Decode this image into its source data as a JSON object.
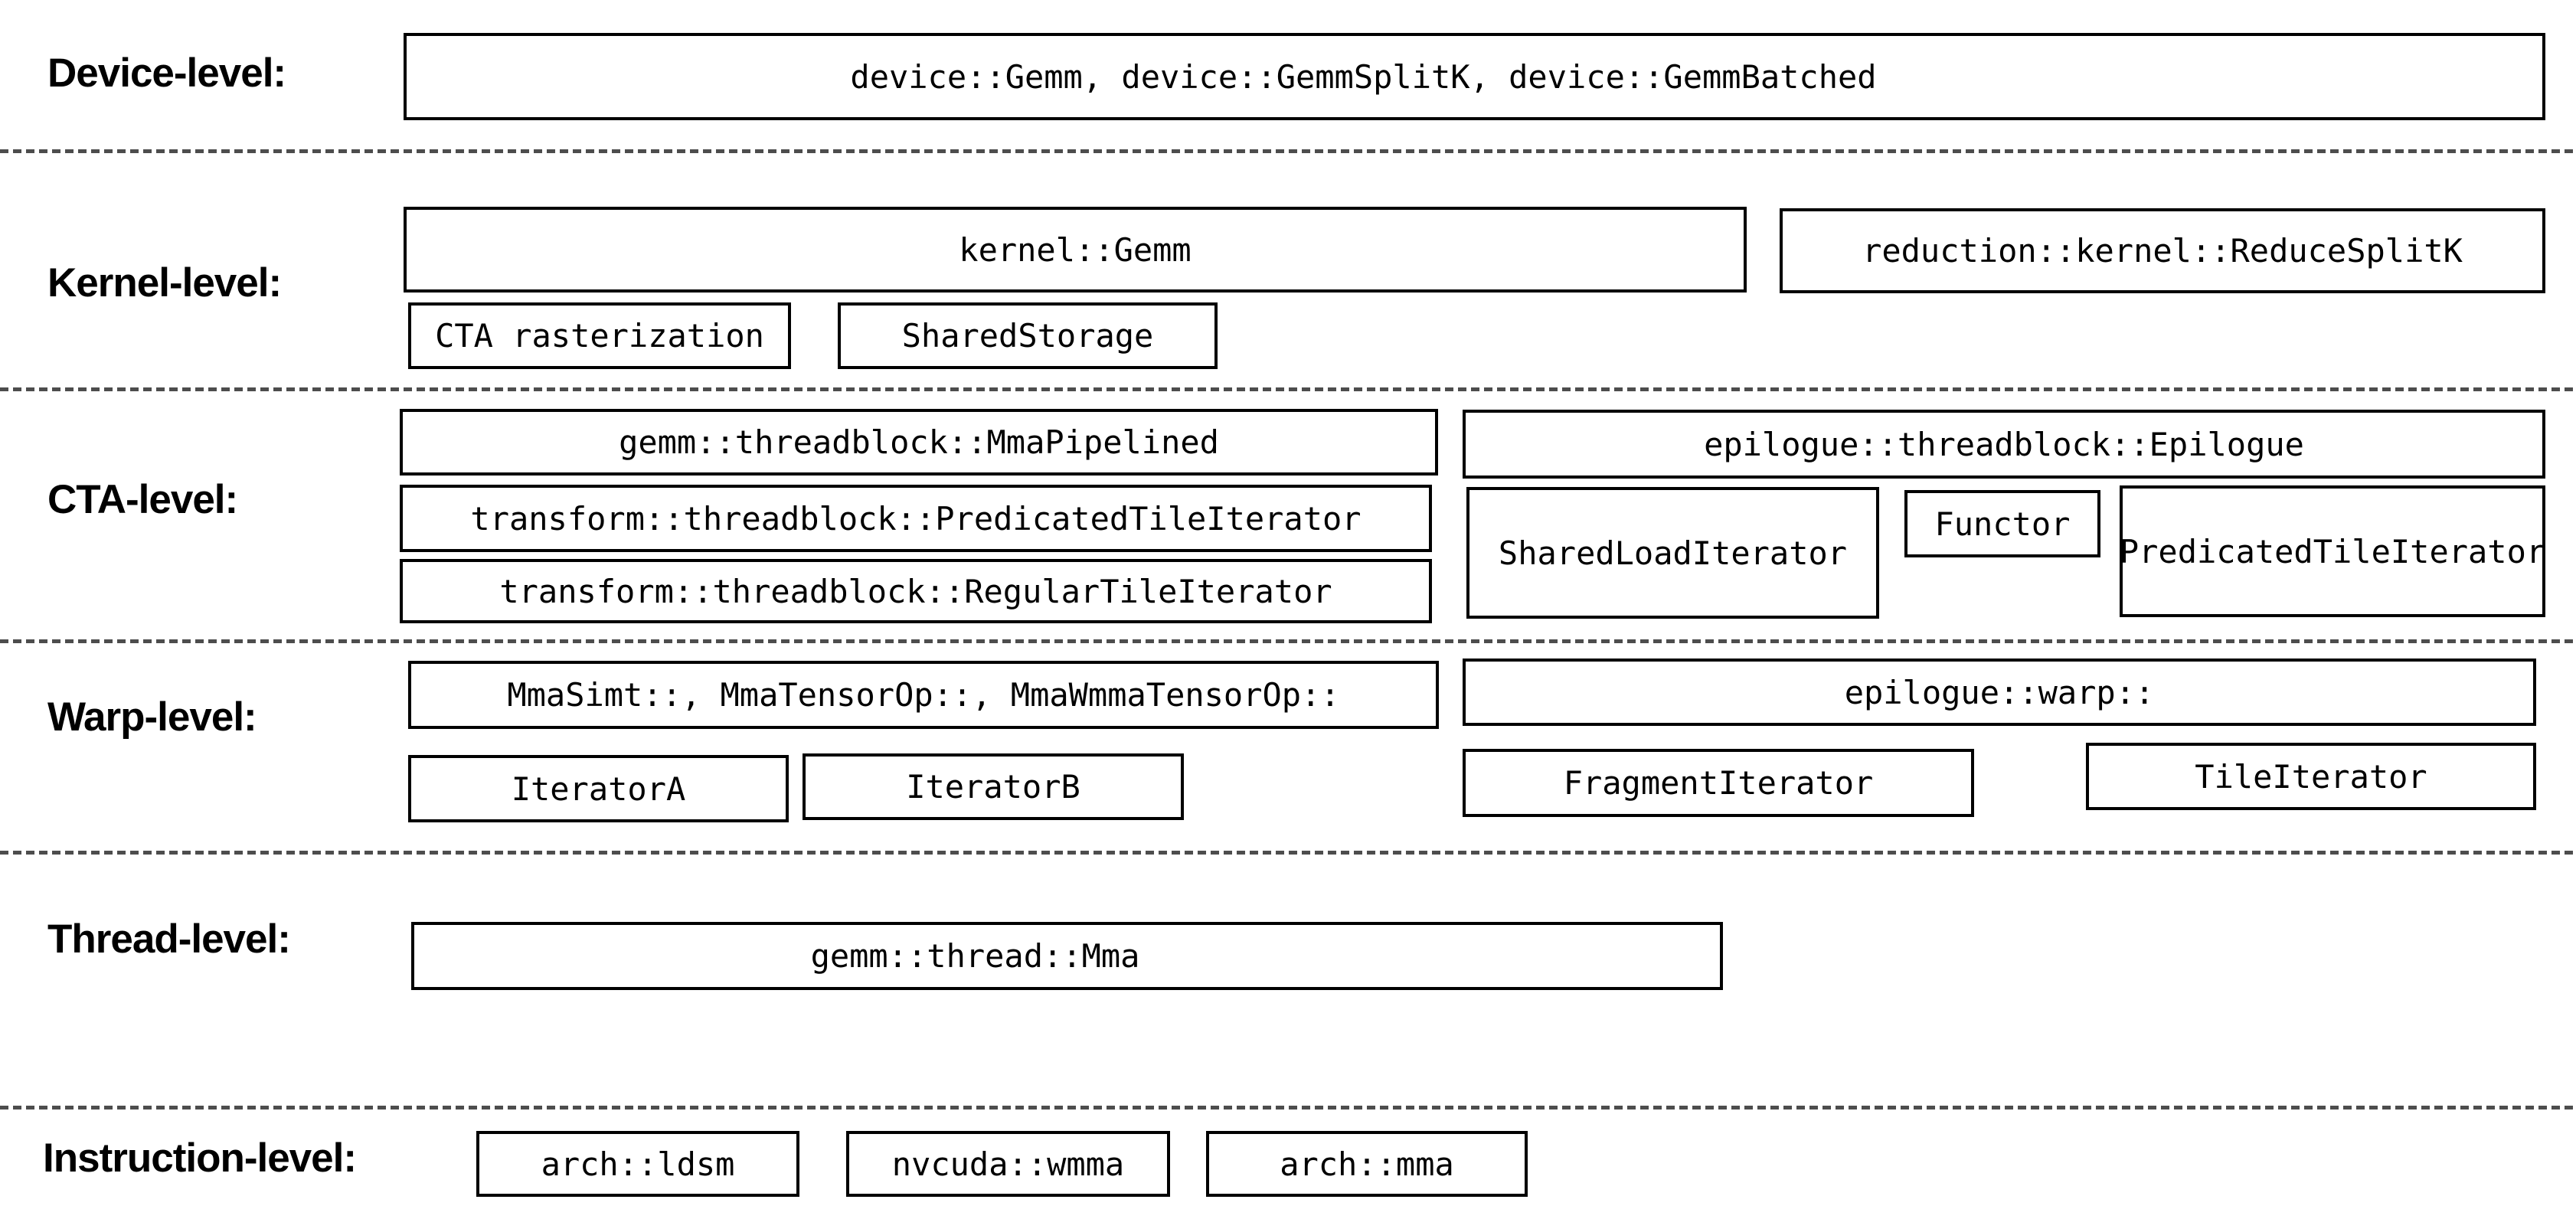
{
  "colors": {
    "background": "#ffffff",
    "box_border": "#000000",
    "text": "#000000",
    "separator": "#4d4d4d"
  },
  "levels": {
    "device": {
      "label": "Device-level:",
      "boxes": {
        "apis": "device::Gemm, device::GemmSplitK, device::GemmBatched"
      }
    },
    "kernel": {
      "label": "Kernel-level:",
      "boxes": {
        "gemm": "kernel::Gemm",
        "reduce_splitk": "reduction::kernel::ReduceSplitK",
        "cta_rasterization": "CTA rasterization",
        "shared_storage": "SharedStorage"
      }
    },
    "cta": {
      "label": "CTA-level:",
      "boxes": {
        "mma_pipelined": "gemm::threadblock::MmaPipelined",
        "epilogue": "epilogue::threadblock::Epilogue",
        "predicated_tile_iterator": "transform::threadblock::PredicatedTileIterator",
        "regular_tile_iterator": "transform::threadblock::RegularTileIterator",
        "shared_load_iterator": "SharedLoadIterator",
        "functor": "Functor",
        "epilogue_predicated_tile_iterator": "PredicatedTileIterator"
      }
    },
    "warp": {
      "label": "Warp-level:",
      "boxes": {
        "mma_variants": "MmaSimt::, MmaTensorOp::, MmaWmmaTensorOp::",
        "epilogue_warp": "epilogue::warp::",
        "iterator_a": "IteratorA",
        "iterator_b": "IteratorB",
        "fragment_iterator": "FragmentIterator",
        "tile_iterator": "TileIterator"
      }
    },
    "thread": {
      "label": "Thread-level:",
      "boxes": {
        "mma": "gemm::thread::Mma"
      }
    },
    "instruction": {
      "label": "Instruction-level:",
      "boxes": {
        "arch_ldsm": "arch::ldsm",
        "nvcuda_wmma": "nvcuda::wmma",
        "arch_mma": "arch::mma"
      }
    }
  }
}
